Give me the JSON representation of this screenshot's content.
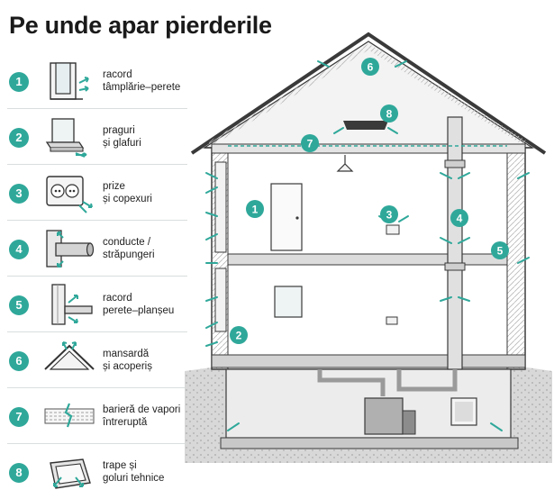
{
  "title": "Pe unde apar pierderile",
  "colors": {
    "accent": "#2fa89a",
    "arrow": "#2fa89a",
    "line": "#3a3a3a"
  },
  "legend": [
    {
      "num": "1",
      "text": "racord\ntâmplărie–perete",
      "icon": "window-frame-icon"
    },
    {
      "num": "2",
      "text": "praguri\nși glafuri",
      "icon": "window-sill-icon"
    },
    {
      "num": "3",
      "text": "prize\nși copexuri",
      "icon": "power-outlet-icon"
    },
    {
      "num": "4",
      "text": "conducte /\nstrăpungeri",
      "icon": "pipe-penetration-icon"
    },
    {
      "num": "5",
      "text": "racord\nperete–planșeu",
      "icon": "wall-floor-joint-icon"
    },
    {
      "num": "6",
      "text": "mansardă\nși acoperiș",
      "icon": "roof-icon"
    },
    {
      "num": "7",
      "text": "barieră de vapori\nîntreruptă",
      "icon": "broken-vapor-barrier-icon"
    },
    {
      "num": "8",
      "text": "trape și\ngoluri tehnice",
      "icon": "hatch-icon"
    }
  ],
  "house_markers": [
    "1",
    "2",
    "3",
    "4",
    "5",
    "6",
    "7",
    "8"
  ]
}
